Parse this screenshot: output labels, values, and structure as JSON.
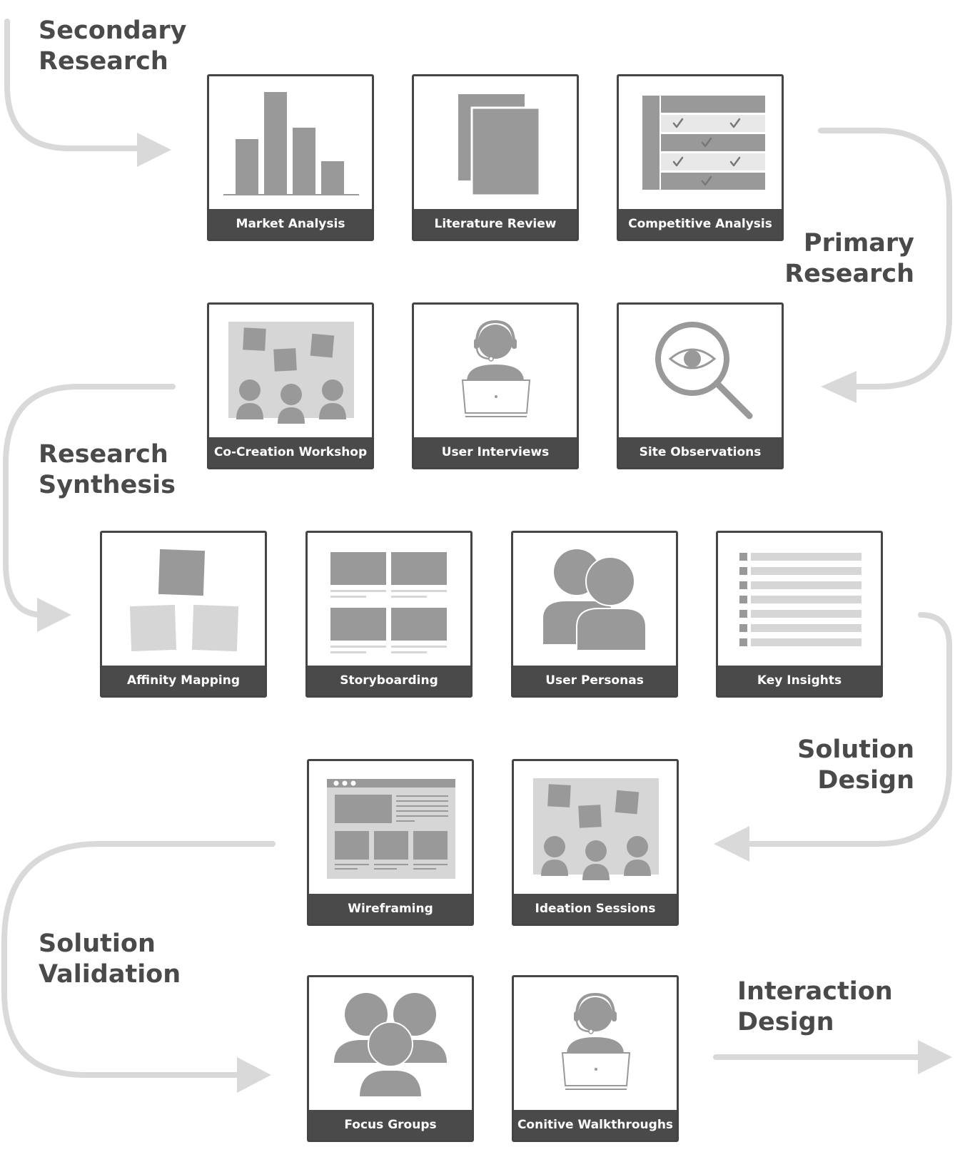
{
  "phases": {
    "secondary": [
      "Secondary",
      "Research"
    ],
    "primary": [
      "Primary",
      "Research"
    ],
    "synthesis": [
      "Research",
      "Synthesis"
    ],
    "solution_design": [
      "Solution",
      "Design"
    ],
    "validation": [
      "Solution",
      "Validation"
    ],
    "interaction": [
      "Interaction",
      "Design"
    ]
  },
  "cards": {
    "market_analysis": "Market Analysis",
    "literature_review": "Literature Review",
    "competitive_analysis": "Competitive Analysis",
    "co_creation": "Co-Creation Workshop",
    "user_interviews": "User Interviews",
    "site_observations": "Site Observations",
    "affinity_mapping": "Affinity Mapping",
    "storyboarding": "Storyboarding",
    "user_personas": "User Personas",
    "key_insights": "Key Insights",
    "wireframing": "Wireframing",
    "ideation_sessions": "Ideation Sessions",
    "focus_groups": "Focus Groups",
    "cognitive_walkthroughs": "Conitive Walkthroughs"
  },
  "colors": {
    "arrow": "#d9d9d9",
    "dark": "#4a4a4a",
    "mid": "#999999",
    "light": "#d6d6d6"
  },
  "icons": {
    "market_analysis": "bar-chart-icon",
    "literature_review": "documents-icon",
    "competitive_analysis": "comparison-table-icon",
    "co_creation": "workshop-icon",
    "user_interviews": "interviewer-laptop-icon",
    "site_observations": "magnifier-eye-icon",
    "affinity_mapping": "sticky-notes-icon",
    "storyboarding": "storyboard-icon",
    "user_personas": "two-people-icon",
    "key_insights": "list-icon",
    "wireframing": "wireframe-icon",
    "ideation_sessions": "workshop-icon",
    "focus_groups": "group-icon",
    "cognitive_walkthroughs": "interviewer-laptop-icon"
  }
}
